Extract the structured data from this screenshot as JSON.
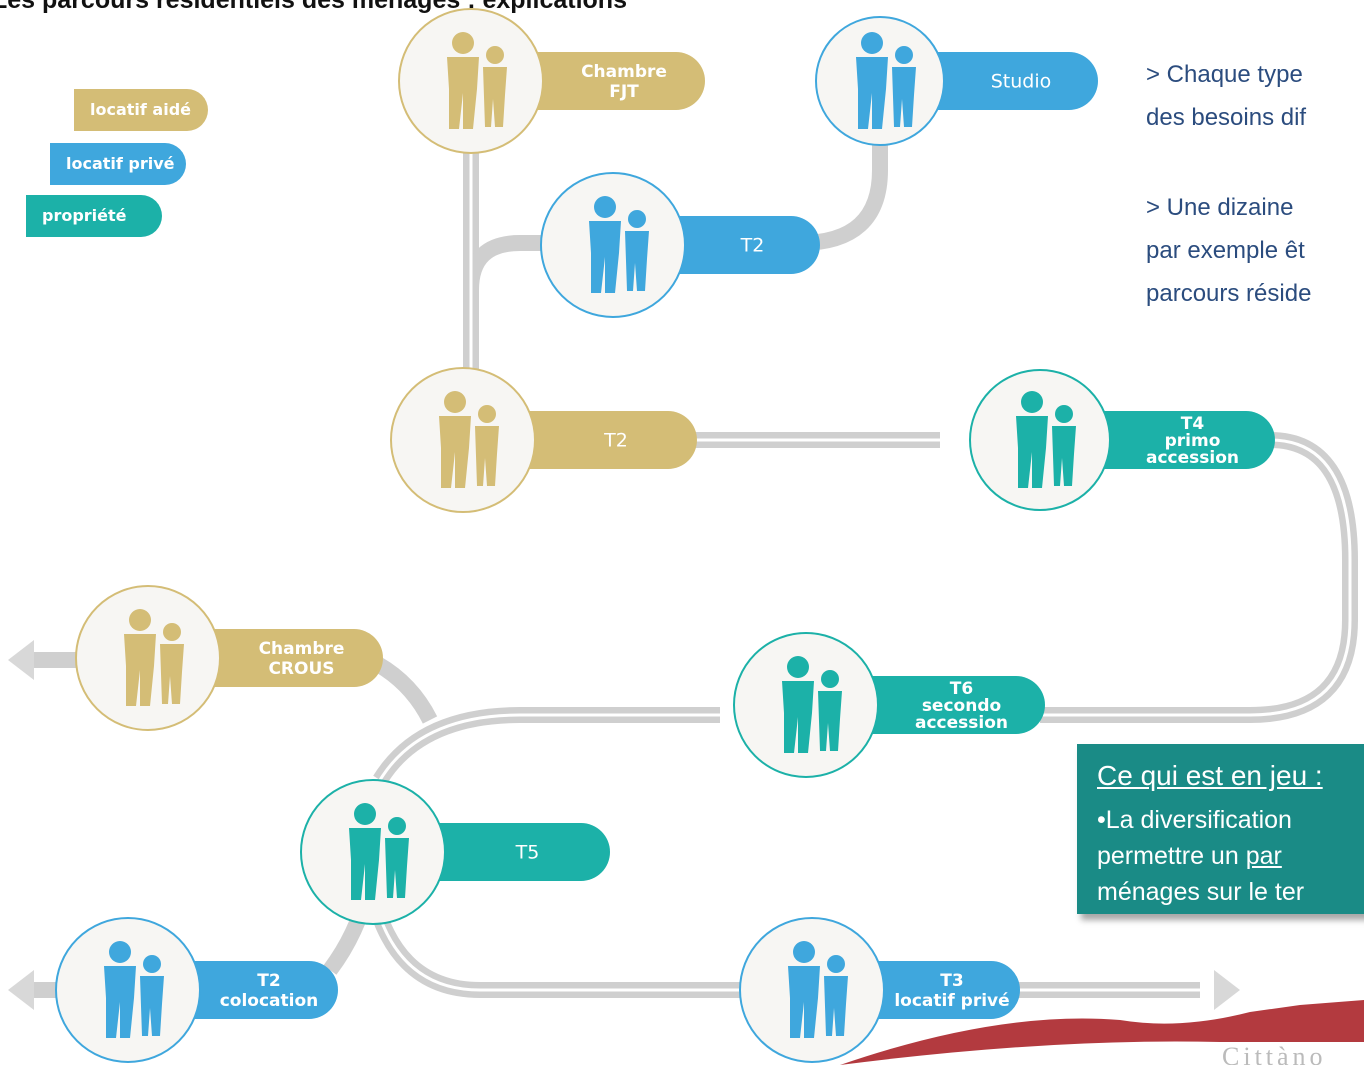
{
  "page": {
    "title": "Les parcours résidentiels des ménages : explications"
  },
  "colors": {
    "locatif_aide": "#d4bd76",
    "locatif_prive": "#3fa7dd",
    "propriete": "#1cb1a8",
    "road": "#cfcfcf",
    "box": "#1a8b86"
  },
  "legend": [
    {
      "label": "locatif aidé",
      "kind": "locatif_aide"
    },
    {
      "label": "locatif privé",
      "kind": "locatif_prive"
    },
    {
      "label": "propriété",
      "kind": "propriete"
    }
  ],
  "steps": [
    {
      "label": "Chambre\nFJT",
      "kind": "locatif_aide",
      "icon": "man-pointing-icon"
    },
    {
      "label": "Studio",
      "kind": "locatif_prive",
      "icon": "person-at-desk-icon"
    },
    {
      "label": "T2",
      "kind": "locatif_prive",
      "icon": "person-with-dog-icon"
    },
    {
      "label": "T2",
      "kind": "locatif_aide",
      "icon": "couple-kissing-icon"
    },
    {
      "label": "T4\nprimo\naccession",
      "kind": "propriete",
      "icon": "family-on-sofa-icon"
    },
    {
      "label": "Chambre\nCROUS",
      "kind": "locatif_aide",
      "icon": "student-at-desk-icon"
    },
    {
      "label": "T6\nsecondo\naccession",
      "kind": "propriete",
      "icon": "large-family-icon"
    },
    {
      "label": "T5",
      "kind": "propriete",
      "icon": "older-couple-icon"
    },
    {
      "label": "T2\ncolocation",
      "kind": "locatif_prive",
      "icon": "young-women-dancing-icon"
    },
    {
      "label": "T3\nlocatif privé",
      "kind": "locatif_prive",
      "icon": "elderly-woman-with-dog-icon"
    }
  ],
  "side_text": {
    "line1": "> Chaque type",
    "line2": "des besoins dif",
    "line3": "> Une dizaine",
    "line4": "par exemple êt",
    "line5": "parcours réside"
  },
  "jeu": {
    "title": "Ce qui est en jeu :",
    "line1": "•La diversification",
    "line2_a": "permettre un ",
    "line2_b": "par",
    "line3": "ménages sur le ter"
  },
  "logo": {
    "text": "Cittàno"
  }
}
